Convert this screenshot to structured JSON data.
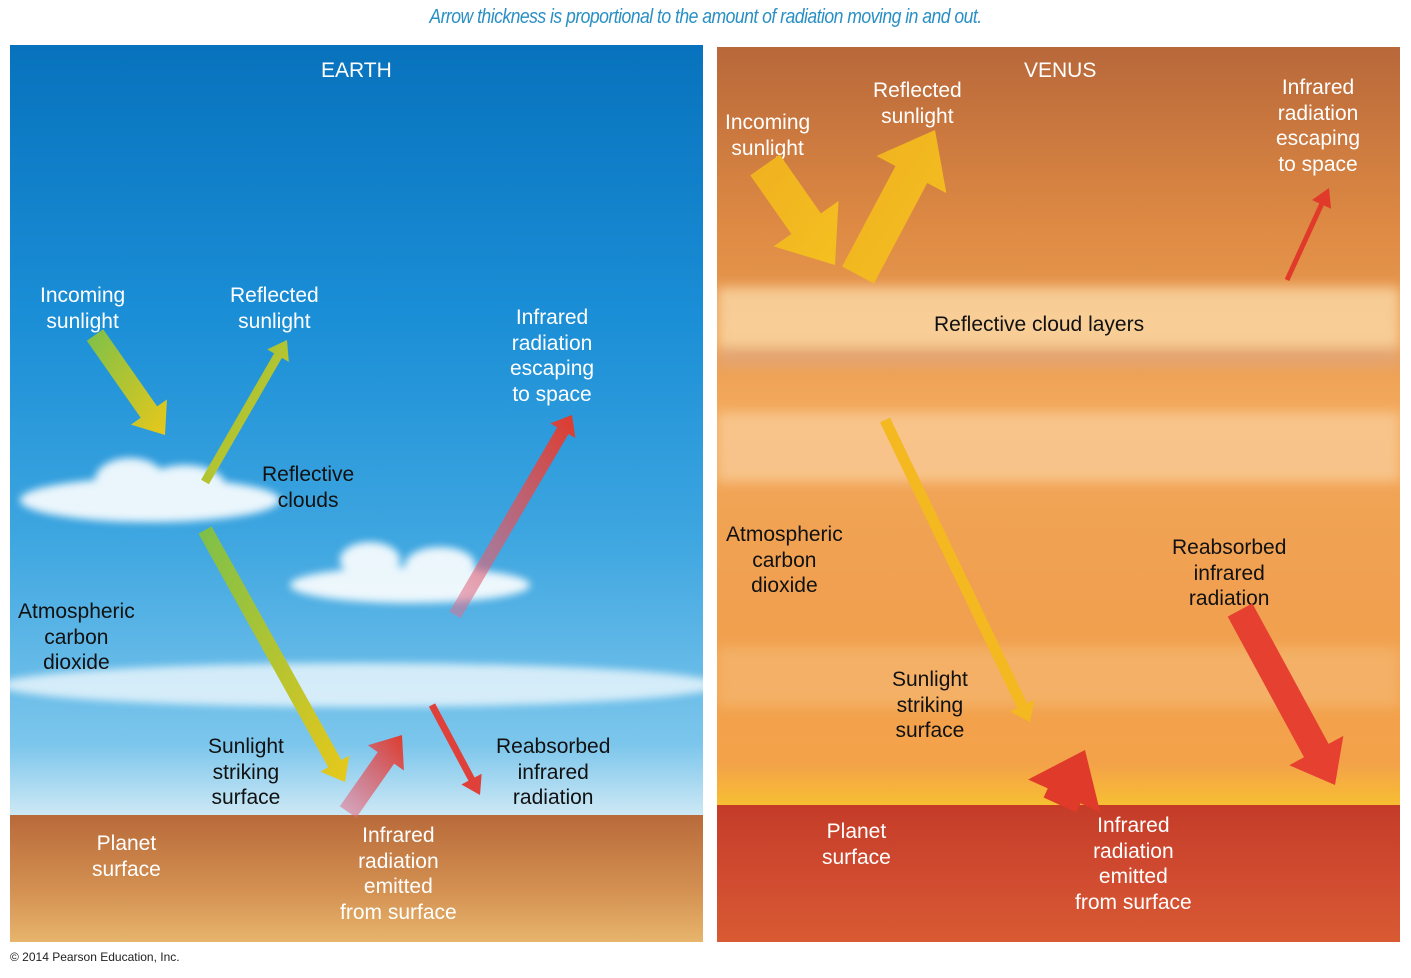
{
  "caption": "Arrow thickness is proportional to the amount of radiation moving in and out.",
  "earth": {
    "title": "EARTH",
    "labels": {
      "incoming": "Incoming\nsunlight",
      "reflected": "Reflected\nsunlight",
      "ir_escaping": "Infrared\nradiation\nescaping\nto space",
      "clouds": "Reflective\nclouds",
      "co2": "Atmospheric\ncarbon\ndioxide",
      "striking": "Sunlight\nstriking\nsurface",
      "reabsorbed": "Reabsorbed\ninfrared\nradiation",
      "surface": "Planet\nsurface",
      "emitted": "Infrared\nradiation\nemitted\nfrom surface"
    }
  },
  "venus": {
    "title": "VENUS",
    "labels": {
      "incoming": "Incoming\nsunlight",
      "reflected": "Reflected\nsunlight",
      "ir_escaping": "Infrared\nradiation\nescaping\nto space",
      "clouds": "Reflective cloud layers",
      "co2": "Atmospheric\ncarbon\ndioxide",
      "reabsorbed": "Reabsorbed\ninfrared\nradiation",
      "striking": "Sunlight\nstriking\nsurface",
      "surface": "Planet\nsurface",
      "emitted": "Infrared\nradiation\nemitted\nfrom surface"
    }
  },
  "colors": {
    "sunlight": "#e8c21a",
    "infrared": "#e03a2a",
    "caption": "#2a8fc4"
  },
  "copyright": "© 2014 Pearson Education, Inc."
}
